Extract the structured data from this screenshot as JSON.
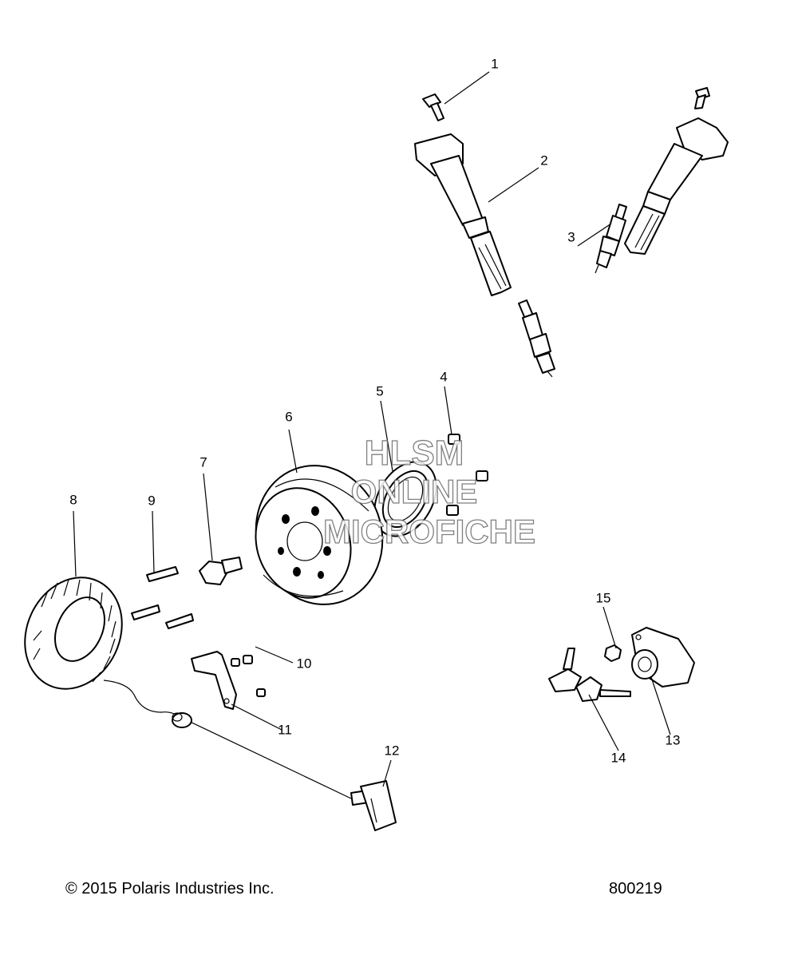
{
  "callouts": [
    "1",
    "2",
    "3",
    "4",
    "5",
    "6",
    "7",
    "8",
    "9",
    "10",
    "11",
    "12",
    "13",
    "14",
    "15"
  ],
  "watermark": {
    "line1": "HLSM",
    "line2": "ONLINE",
    "line3": "MICROFICHE"
  },
  "footer": {
    "copyright": "© 2015 Polaris Industries Inc.",
    "drawing_number": "800219"
  },
  "parts": [
    {
      "number": "1",
      "icon": "bolt-icon"
    },
    {
      "number": "2",
      "icon": "ignition-coil-icon"
    },
    {
      "number": "3",
      "icon": "spark-plug-icon"
    },
    {
      "number": "4",
      "icon": "screw-icon"
    },
    {
      "number": "5",
      "icon": "bearing-ring-icon"
    },
    {
      "number": "6",
      "icon": "flywheel-icon"
    },
    {
      "number": "7",
      "icon": "flywheel-bolt-icon"
    },
    {
      "number": "8",
      "icon": "stator-icon"
    },
    {
      "number": "9",
      "icon": "bolt-icon"
    },
    {
      "number": "10",
      "icon": "screw-icon"
    },
    {
      "number": "11",
      "icon": "bracket-icon"
    },
    {
      "number": "12",
      "icon": "connector-icon"
    },
    {
      "number": "13",
      "icon": "ignition-switch-icon"
    },
    {
      "number": "14",
      "icon": "key-icon"
    },
    {
      "number": "15",
      "icon": "nut-icon"
    }
  ]
}
